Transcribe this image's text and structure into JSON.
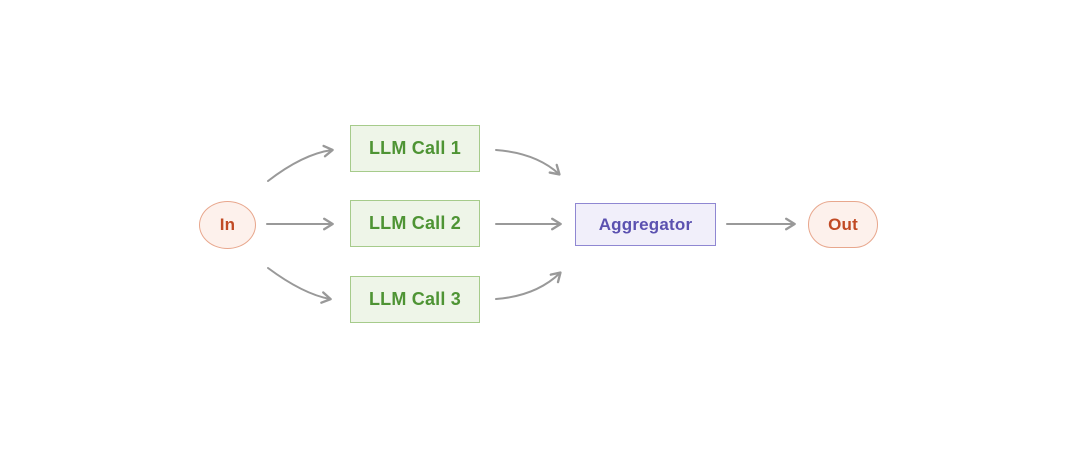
{
  "diagram": {
    "type": "flow-diagram",
    "description": "Parallelization workflow: input fans out to three parallel LLM calls whose results are combined by an aggregator into one output",
    "nodes": {
      "in": {
        "label": "In",
        "shape": "ellipse"
      },
      "llm_call_1": {
        "label": "LLM Call 1",
        "shape": "rectangle"
      },
      "llm_call_2": {
        "label": "LLM Call 2",
        "shape": "rectangle"
      },
      "llm_call_3": {
        "label": "LLM Call 3",
        "shape": "rectangle"
      },
      "aggregator": {
        "label": "Aggregator",
        "shape": "rectangle"
      },
      "out": {
        "label": "Out",
        "shape": "stadium"
      }
    },
    "edges": [
      {
        "from": "in",
        "to": "llm_call_1",
        "style": "curved"
      },
      {
        "from": "in",
        "to": "llm_call_2",
        "style": "straight"
      },
      {
        "from": "in",
        "to": "llm_call_3",
        "style": "curved"
      },
      {
        "from": "llm_call_1",
        "to": "aggregator",
        "style": "curved"
      },
      {
        "from": "llm_call_2",
        "to": "aggregator",
        "style": "straight"
      },
      {
        "from": "llm_call_3",
        "to": "aggregator",
        "style": "curved"
      },
      {
        "from": "aggregator",
        "to": "out",
        "style": "straight"
      }
    ],
    "colors": {
      "terminal_fill": "#fdf1ec",
      "terminal_border": "#e8a78d",
      "terminal_text": "#c14a24",
      "llm_fill": "#eef5e8",
      "llm_border": "#a6cb8b",
      "llm_text": "#4e9434",
      "aggregator_fill": "#f1effa",
      "aggregator_border": "#8f87d2",
      "aggregator_text": "#5b51b0",
      "arrow": "#999999",
      "background": "#ffffff"
    }
  }
}
